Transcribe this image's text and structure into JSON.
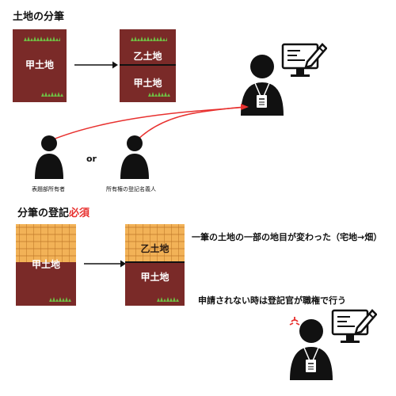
{
  "section1": {
    "title": "土地の分筆",
    "plot_before": "甲土地",
    "plot_after_top": "乙土地",
    "plot_after_bottom": "甲土地"
  },
  "applicants": {
    "left_label": "表題部所有者",
    "or_text": "or",
    "right_label": "所有権の登記名義人"
  },
  "section2": {
    "title_main": "分筆の登記",
    "title_required": "必須",
    "plot_before": "甲土地",
    "plot_after_top": "乙土地",
    "plot_after_bottom": "甲土地",
    "note_change": "一筆の土地の一部の地目が変わった（宅地→畑）",
    "note_official": "申請されない時は登記官が職権で行う"
  },
  "colors": {
    "soil": "#7a2a28",
    "crop": "#f2b257",
    "grass": "#6fbe44",
    "arrow_red": "#e8312f"
  },
  "icons": [
    "person-icon",
    "official-person-icon",
    "computer-pencil-icon",
    "angry-mark-icon"
  ]
}
